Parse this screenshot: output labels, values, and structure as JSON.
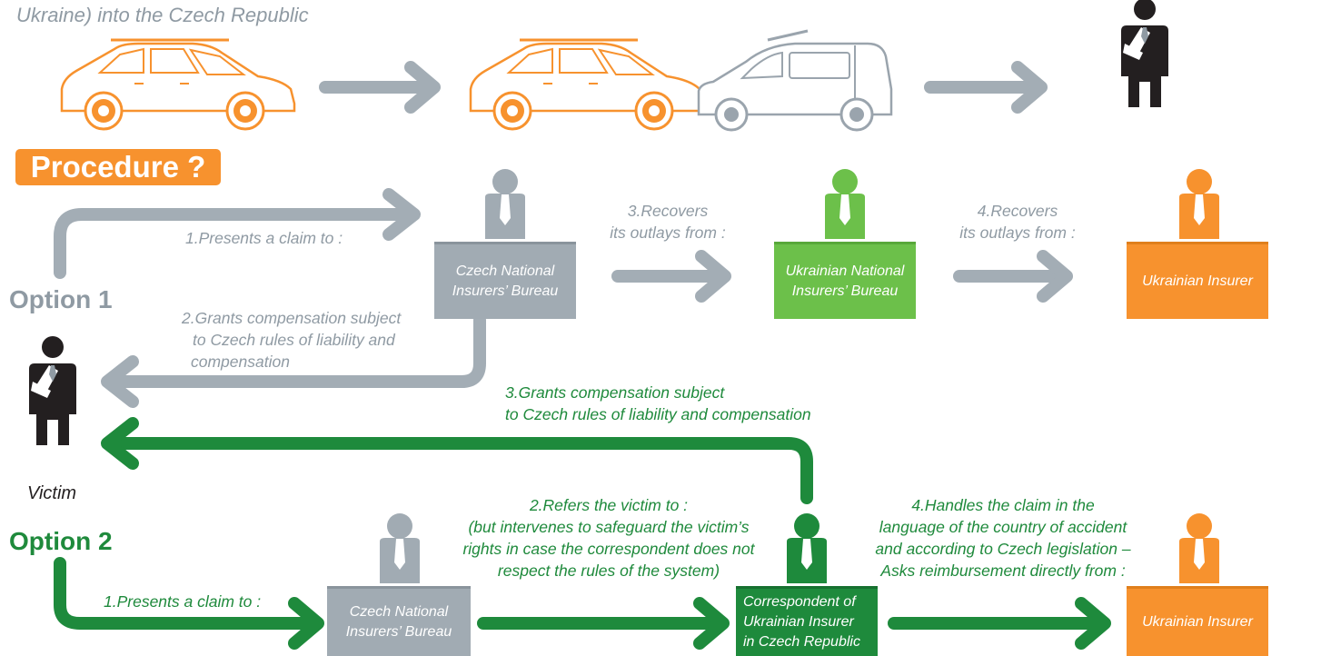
{
  "header": {
    "top_left_text": "Ukraine) into the Czech Republic"
  },
  "procedure_badge": "Procedure ?",
  "option1": {
    "label": "Option 1",
    "step1": "1.Presents a claim to :",
    "step2_lines": [
      "2.Grants compensation subject",
      "to Czech rules of liability and",
      "compensation"
    ],
    "step3_lines": [
      "3.Recovers",
      "its outlays from :"
    ],
    "step4_lines": [
      "4.Recovers",
      "its outlays from :"
    ],
    "box_czech_bureau_lines": [
      "Czech National",
      "Insurers’ Bureau"
    ],
    "box_ukrainian_bureau_lines": [
      "Ukrainian National",
      "Insurers’ Bureau"
    ],
    "box_ukrainian_insurer": "Ukrainian Insurer"
  },
  "victim_label": "Victim",
  "option2": {
    "label": "Option 2",
    "step1": "1.Presents a claim to :",
    "step2_lines": [
      "2.Refers the victim to :",
      "(but intervenes to safeguard the victim’s",
      "rights in case the correspondent does not",
      "respect the rules of the system)"
    ],
    "step3_lines": [
      "3.Grants compensation subject",
      "to Czech rules of liability and compensation"
    ],
    "step4_lines": [
      "4.Handles the claim in the",
      "language of the country of accident",
      "and according to Czech legislation –",
      "Asks reimbursement directly from :"
    ],
    "box_czech_bureau_lines": [
      "Czech National",
      "Insurers’ Bureau"
    ],
    "box_correspondent_lines": [
      "Correspondent of",
      "Ukrainian Insurer",
      "in Czech Republic"
    ],
    "box_ukrainian_insurer": "Ukrainian Insurer"
  },
  "colors": {
    "grey": "#a3adb5",
    "grey_box": "#a1abb3",
    "green_box_1": "#6cc04a",
    "green_dark": "#1e8a3c",
    "orange": "#f7922e",
    "black": "#231f20"
  },
  "icons": [
    "orange-car-icon",
    "grey-van-icon",
    "injured-person-icon",
    "person-at-desk-icon"
  ]
}
